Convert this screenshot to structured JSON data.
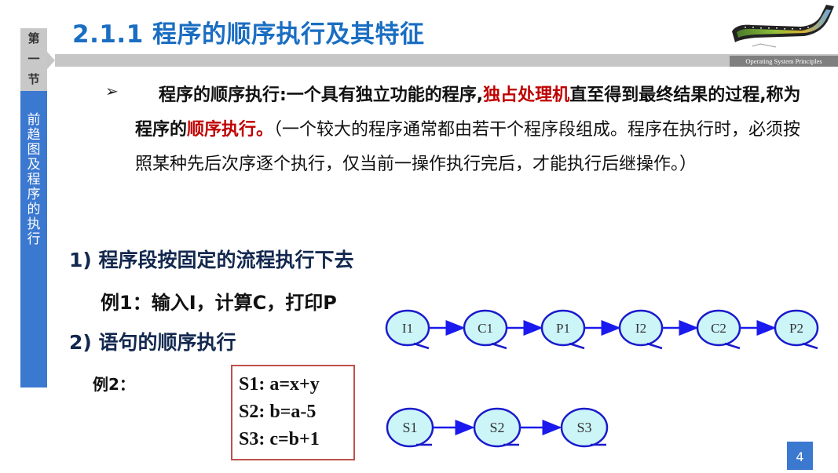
{
  "section_tab": {
    "label_chars": [
      "第",
      "一",
      "节"
    ],
    "vertical_title": "前趋图及程序的执行"
  },
  "header": {
    "title": "2.1.1 程序的顺序执行及其特征",
    "course_tag": "Operating System Principles",
    "banner_image": "film-reel-image"
  },
  "content": {
    "bullet_icon": "arrow-bullet-icon",
    "paragraph": {
      "p1_bold": "程序的顺序执行:一个具有独立功能的程序,",
      "p1_red": "独占处理机",
      "p1_bold2": "直至得到最终结果的过程,称为程序的",
      "p1_red2": "顺序执行。",
      "p1_normal": "（一个较大的程序通常都由若干个程序段组成。程序在执行时，必须按照某种先后次序逐个执行，仅当前一操作执行完后，才能执行后继操作。）"
    },
    "heading1": "1) 程序段按固定的流程执行下去",
    "example1": "例1：输入I，计算C，打印P",
    "heading2": "2) 语句的顺序执行",
    "example2_label": "例2：",
    "code_lines": [
      "S1:  a=x+y",
      "S2:  b=a-5",
      "S3:  c=b+1"
    ]
  },
  "diagram": {
    "row1_nodes": [
      "I1",
      "C1",
      "P1",
      "I2",
      "C2",
      "P2"
    ],
    "row2_nodes": [
      "S1",
      "S2",
      "S3"
    ],
    "node_fill": "#ccf5f8",
    "node_stroke": "#1a1acc",
    "arrow_color": "#1a1aee"
  },
  "footer": {
    "page_number": "4"
  }
}
